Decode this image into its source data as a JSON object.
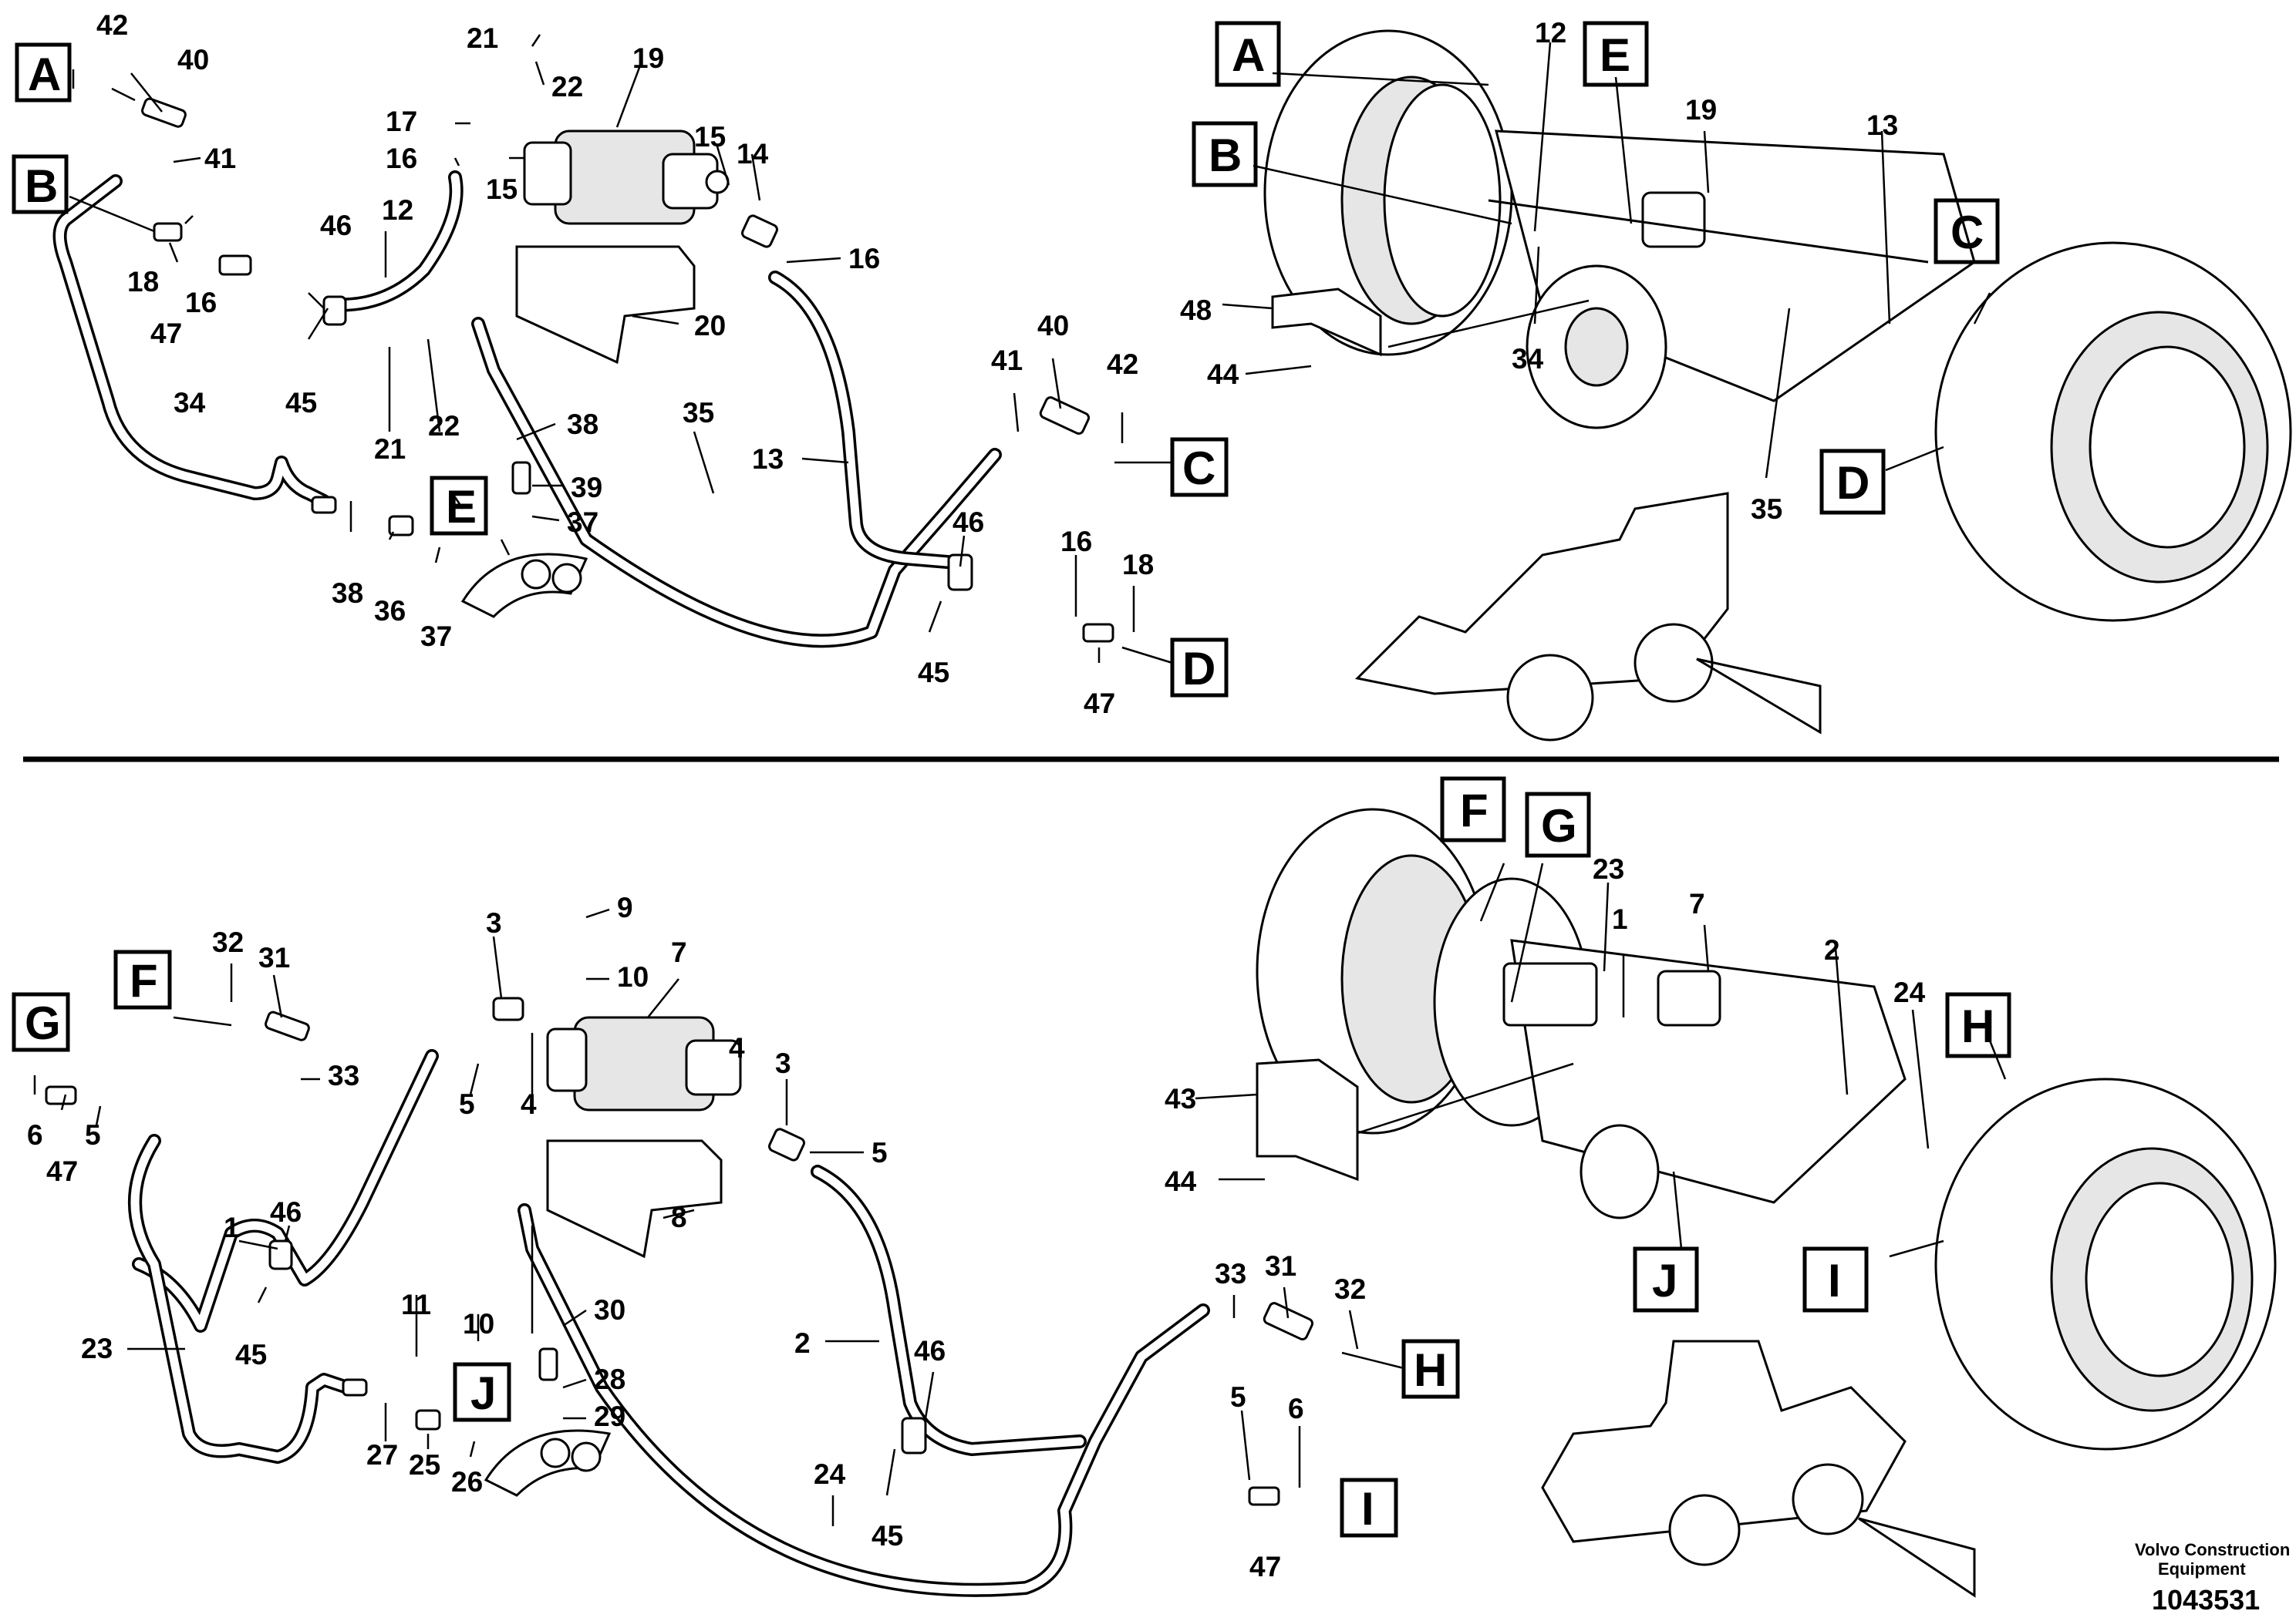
{
  "diagram": {
    "top_labels": [
      "42",
      "40",
      "41",
      "18",
      "16",
      "47",
      "45",
      "46",
      "12",
      "34",
      "21",
      "22",
      "19",
      "17",
      "16",
      "15",
      "15",
      "14",
      "16",
      "20",
      "21",
      "22",
      "38",
      "39",
      "37",
      "38",
      "36",
      "37",
      "35",
      "13",
      "41",
      "40",
      "42",
      "46",
      "16",
      "18",
      "45",
      "47",
      "12",
      "19",
      "13",
      "48",
      "44",
      "34",
      "35"
    ],
    "top_callouts": [
      "A",
      "B",
      "C",
      "D",
      "E",
      "A",
      "B",
      "E",
      "C",
      "D"
    ],
    "bottom_labels": [
      "32",
      "31",
      "33",
      "6",
      "47",
      "5",
      "1",
      "46",
      "45",
      "23",
      "3",
      "9",
      "10",
      "7",
      "5",
      "4",
      "4",
      "3",
      "5",
      "8",
      "11",
      "10",
      "30",
      "28",
      "29",
      "27",
      "25",
      "26",
      "2",
      "46",
      "24",
      "45",
      "33",
      "31",
      "32",
      "5",
      "6",
      "47",
      "23",
      "7",
      "1",
      "2",
      "24",
      "43",
      "44"
    ],
    "bottom_callouts": [
      "F",
      "G",
      "H",
      "I",
      "J",
      "F",
      "G",
      "H",
      "I",
      "J"
    ],
    "credit_line1": "Volvo Construction",
    "credit_line2": "Equipment",
    "figure_number": "1043531"
  }
}
